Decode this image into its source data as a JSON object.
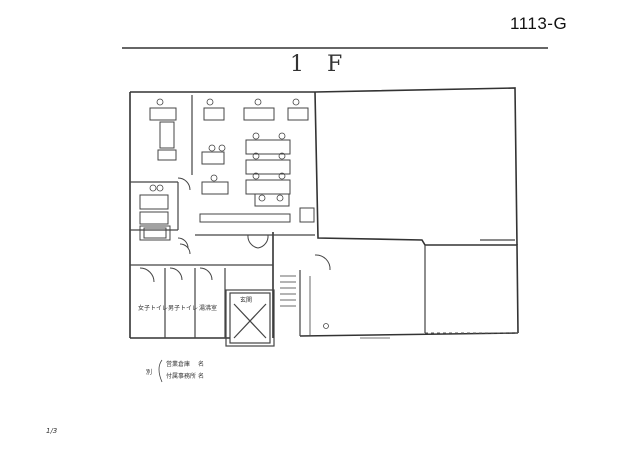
{
  "header": {
    "reference_code": "1113-G",
    "floor_label": "1 F"
  },
  "rooms": {
    "restroom_women": "女子トイレ",
    "restroom_men": "男子トイレ",
    "kitchenette": "湯沸室",
    "entrance": "玄関"
  },
  "legend": {
    "prefix": "別",
    "line_1": "営業倉庫",
    "line_2": "付属事務所",
    "line_1_unit": "名",
    "line_2_unit": "名"
  },
  "footer": {
    "page_mark": "1/3"
  },
  "colors": {
    "ink": "#333333",
    "paper": "#ffffff"
  }
}
